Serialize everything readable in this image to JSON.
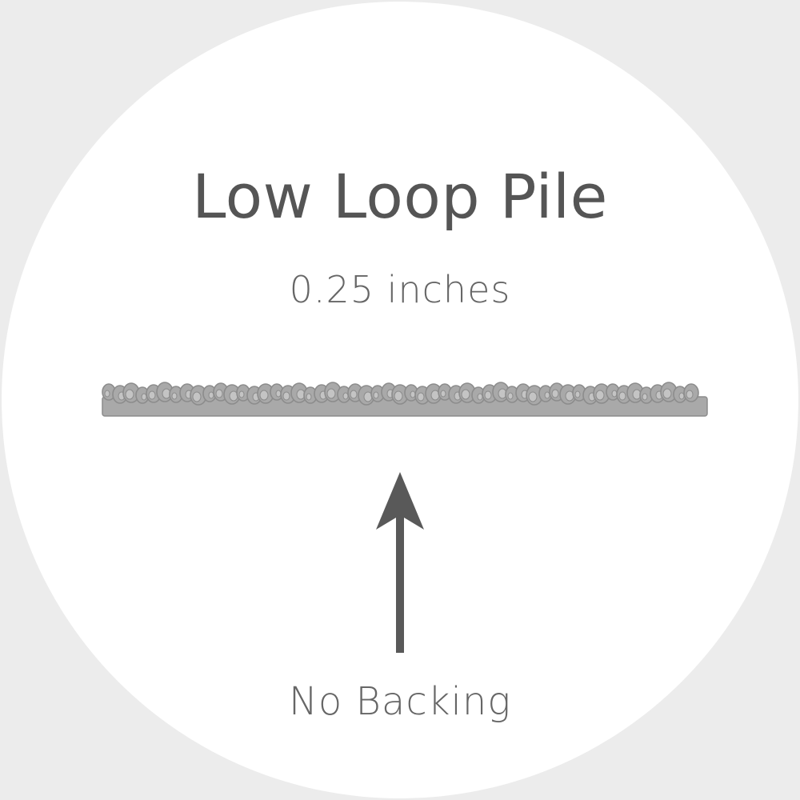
{
  "title": "Low Loop Pile",
  "pile_height": "0.25 inches",
  "backing_label": "No Backing",
  "colors": {
    "background": "#ececec",
    "circle": "#ffffff",
    "title_text": "#555555",
    "secondary_text": "#666666",
    "arrow": "#595959",
    "pile_fill": "#a9a9a9",
    "pile_outline": "#8c8c8c"
  }
}
